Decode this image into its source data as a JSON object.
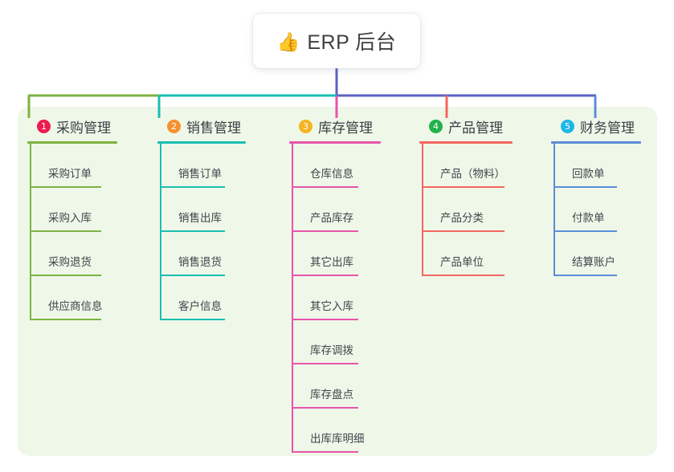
{
  "root": {
    "icon": "thumbs-up-icon",
    "icon_glyph": "👍",
    "title": "ERP 后台"
  },
  "palette": {
    "panel_bg": "#eff7e9",
    "page_bg": "#ffffff",
    "center_stem": "#5b61c4",
    "title_text": "#3c4043"
  },
  "columns": [
    {
      "number": "1",
      "label": "采购管理",
      "badge_color": "#ec1c4f",
      "line_color": "#7cb342",
      "items": [
        {
          "label": "采购订单"
        },
        {
          "label": "采购入库"
        },
        {
          "label": "采购退货"
        },
        {
          "label": "供应商信息"
        }
      ]
    },
    {
      "number": "2",
      "label": "销售管理",
      "badge_color": "#f5922f",
      "line_color": "#19bfb0",
      "items": [
        {
          "label": "销售订单"
        },
        {
          "label": "销售出库"
        },
        {
          "label": "销售退货"
        },
        {
          "label": "客户信息"
        }
      ]
    },
    {
      "number": "3",
      "label": "库存管理",
      "badge_color": "#f5b521",
      "line_color": "#e555ab",
      "items": [
        {
          "label": "仓库信息"
        },
        {
          "label": "产品库存"
        },
        {
          "label": "其它出库"
        },
        {
          "label": "其它入库"
        },
        {
          "label": "库存调拨"
        },
        {
          "label": "库存盘点"
        },
        {
          "label": "出库库明细"
        }
      ]
    },
    {
      "number": "4",
      "label": "产品管理",
      "badge_color": "#22b14c",
      "line_color": "#f4675f",
      "items": [
        {
          "label": "产品（物料）"
        },
        {
          "label": "产品分类"
        },
        {
          "label": "产品单位"
        }
      ]
    },
    {
      "number": "5",
      "label": "财务管理",
      "badge_color": "#1fb6e8",
      "line_color": "#5b8ed6",
      "items": [
        {
          "label": "回款单"
        },
        {
          "label": "付款单"
        },
        {
          "label": "结算账户"
        }
      ]
    }
  ]
}
